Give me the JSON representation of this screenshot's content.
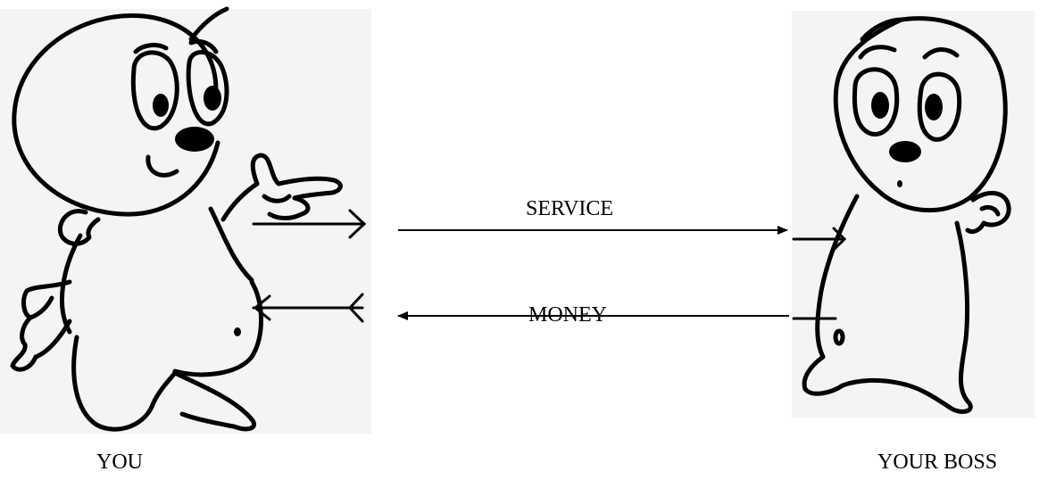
{
  "diagram": {
    "arrow_top_label": "SERVICE",
    "arrow_bottom_label": "MONEY",
    "left_caption": "YOU",
    "right_caption": "YOUR BOSS"
  },
  "characters": {
    "left": "smiling-cartoon-character-pointing-icon",
    "right": "worried-cartoon-character-icon"
  },
  "colors": {
    "ink": "#000000",
    "background": "#ffffff",
    "panel": "#f4f4f4"
  }
}
